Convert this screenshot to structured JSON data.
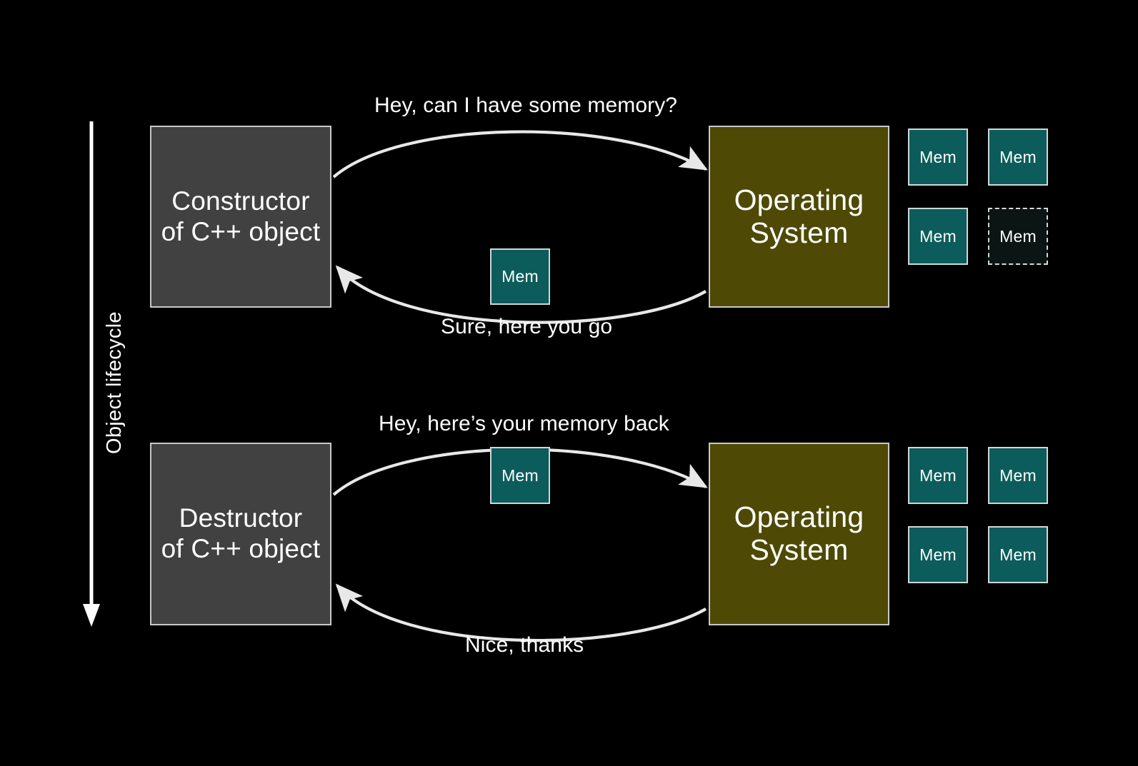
{
  "slide": {
    "background_color": "#000000",
    "lifecycle_axis": {
      "label": "Object lifecycle",
      "arrow_color": "#ffffff",
      "direction": "downward"
    }
  },
  "colors": {
    "object_box_fill": "#414141",
    "object_box_border": "#c9c9c9",
    "os_box_fill": "#4e4a05",
    "os_box_border": "#c9c9c9",
    "mem_allocated_fill": "#0d5c5c",
    "mem_free_fill": "#0b1614",
    "mem_border": "#cdd9d8",
    "arrow_color": "#e8e8e8",
    "text_color": "#ffffff"
  },
  "phases": [
    {
      "id": "construction",
      "actor": {
        "line1": "Constructor",
        "line2": "of C++ object"
      },
      "os": {
        "line1": "Operating",
        "line2": "System"
      },
      "request_message": "Hey, can I have some memory?",
      "response_message": "Sure, here you go",
      "transfer_block": {
        "label": "Mem",
        "state": "allocated"
      },
      "memory_pool": [
        {
          "label": "Mem",
          "state": "allocated"
        },
        {
          "label": "Mem",
          "state": "allocated"
        },
        {
          "label": "Mem",
          "state": "allocated"
        },
        {
          "label": "Mem",
          "state": "free"
        }
      ]
    },
    {
      "id": "destruction",
      "actor": {
        "line1": "Destructor",
        "line2": "of C++ object"
      },
      "os": {
        "line1": "Operating",
        "line2": "System"
      },
      "request_message": "Hey, here’s your memory back",
      "response_message": "Nice, thanks",
      "transfer_block": {
        "label": "Mem",
        "state": "allocated"
      },
      "memory_pool": [
        {
          "label": "Mem",
          "state": "allocated"
        },
        {
          "label": "Mem",
          "state": "allocated"
        },
        {
          "label": "Mem",
          "state": "allocated"
        },
        {
          "label": "Mem",
          "state": "allocated"
        }
      ]
    }
  ]
}
